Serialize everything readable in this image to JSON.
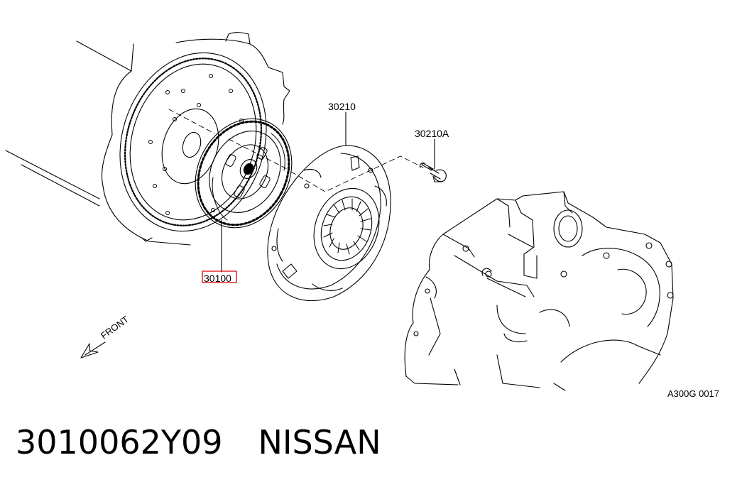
{
  "diagram": {
    "callouts": {
      "clutch_disc": "30100",
      "clutch_cover": "30210",
      "bolt": "30210A"
    },
    "front_arrow_label": "FRONT",
    "figure_code": "A300G 0017",
    "highlight_color": "#e00000"
  },
  "footer": {
    "part_number": "3010062Y09",
    "brand": "NISSAN"
  }
}
